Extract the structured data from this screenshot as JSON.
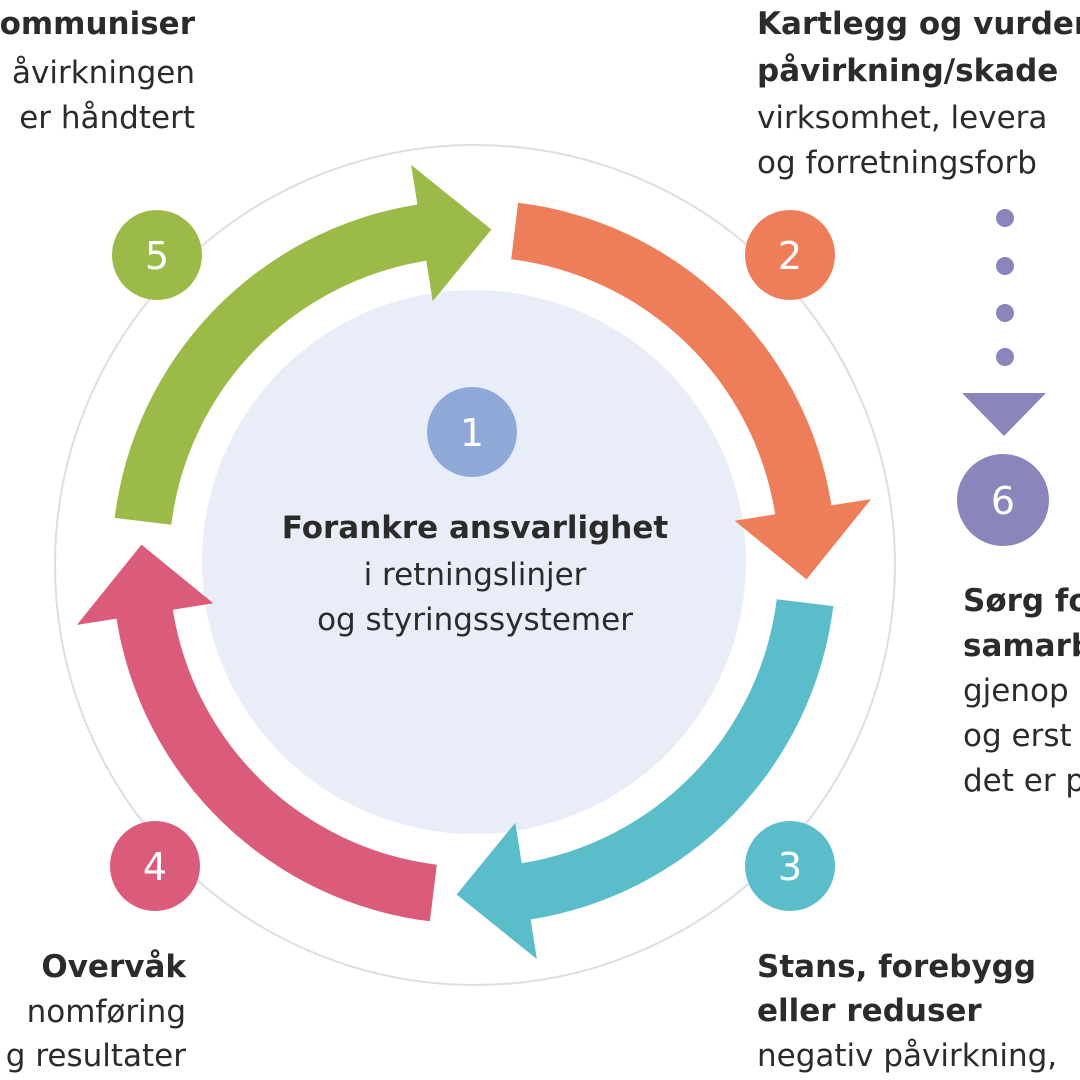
{
  "colors": {
    "ring": "#dedede",
    "center_fill": "#e8edf8",
    "step1": "#8fa8d8",
    "step2": "#ee7d5a",
    "step3": "#5cbdca",
    "step4": "#db5b7a",
    "step5": "#9cba48",
    "step6": "#8a86bb"
  },
  "center": {
    "number": "1",
    "title": "Forankre ansvarlighet",
    "line2": "i retningslinjer",
    "line3": "og styringssystemer"
  },
  "steps": {
    "s2": {
      "number": "2",
      "lines": [
        "Kartlegg og vurder",
        "påvirkning/skade",
        "virksomhet, levera",
        "og forretningsforb"
      ]
    },
    "s3": {
      "number": "3",
      "lines": [
        "Stans, forebygg",
        "eller reduser",
        "negativ påvirkning,"
      ]
    },
    "s4": {
      "number": "4",
      "lines": [
        "Overvåk",
        "nomføring",
        "g resultater"
      ]
    },
    "s5": {
      "number": "5",
      "lines": [
        "ommuniser",
        "åvirkningen",
        "er håndtert"
      ]
    },
    "s6": {
      "number": "6",
      "lines": [
        "Sørg fo",
        "samarb",
        "gjenop",
        "og erst",
        "det er p"
      ]
    }
  },
  "arrows": [
    {
      "name": "arrow-step2",
      "color_key": "step2",
      "start_deg": 277
    },
    {
      "name": "arrow-step3",
      "color_key": "step3",
      "start_deg": 7
    },
    {
      "name": "arrow-step4",
      "color_key": "step4",
      "start_deg": 97
    },
    {
      "name": "arrow-step5",
      "color_key": "step5",
      "start_deg": 187
    }
  ]
}
